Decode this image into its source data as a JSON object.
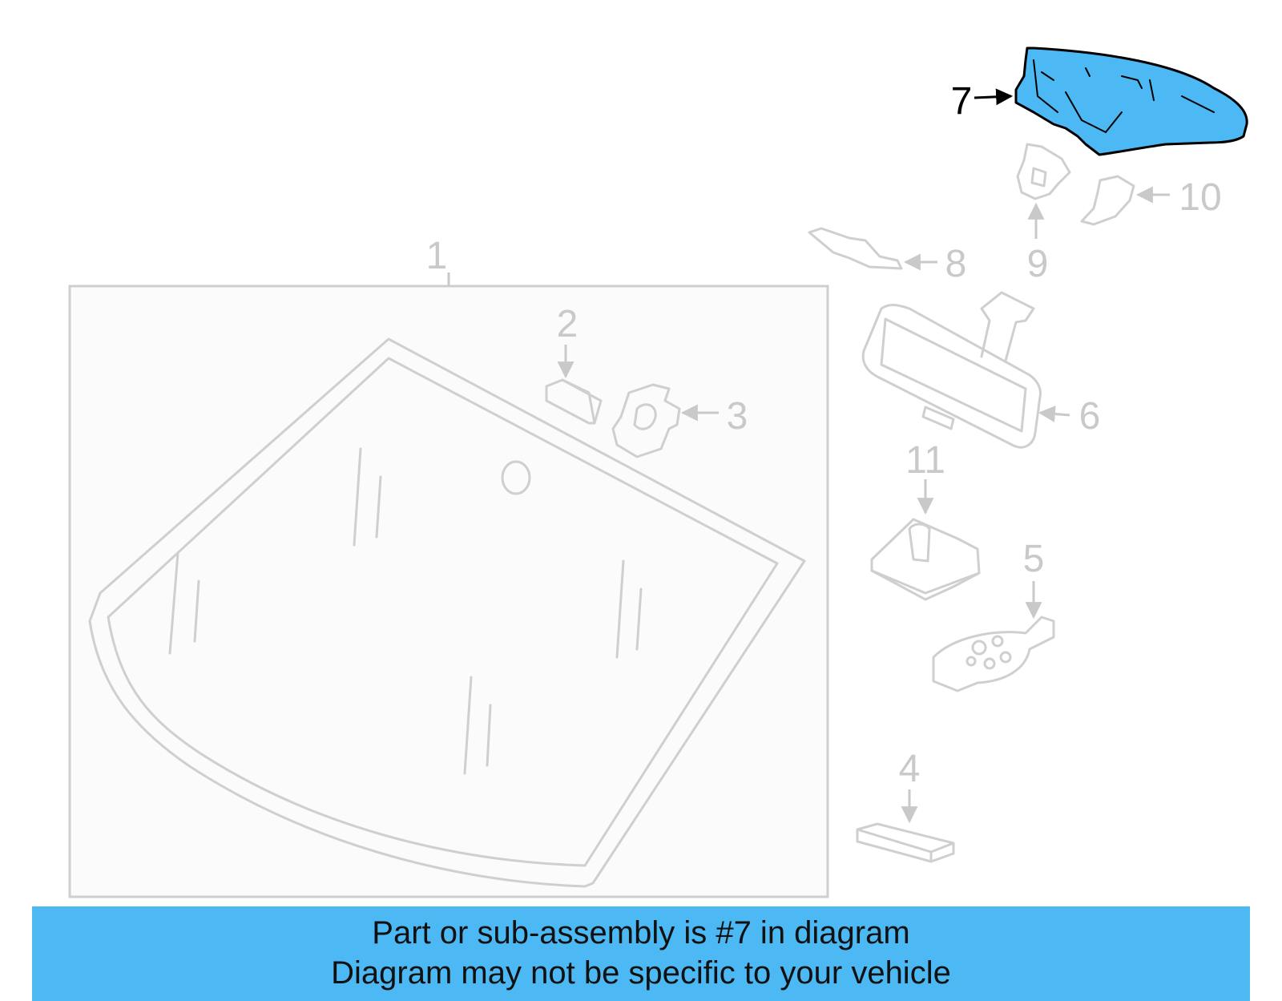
{
  "callouts": {
    "c1": "1",
    "c2": "2",
    "c3": "3",
    "c4": "4",
    "c5": "5",
    "c6": "6",
    "c7": "7",
    "c8": "8",
    "c9": "9",
    "c10": "10",
    "c11": "11"
  },
  "highlighted_part": "7",
  "colors": {
    "highlight": "#4cb8f4",
    "part_outline": "#cfcfcf",
    "banner_bg": "#4cb8f4"
  },
  "banner": {
    "line1": "Part or sub-assembly is #7 in diagram",
    "line2": "Diagram may not be specific to your vehicle"
  }
}
